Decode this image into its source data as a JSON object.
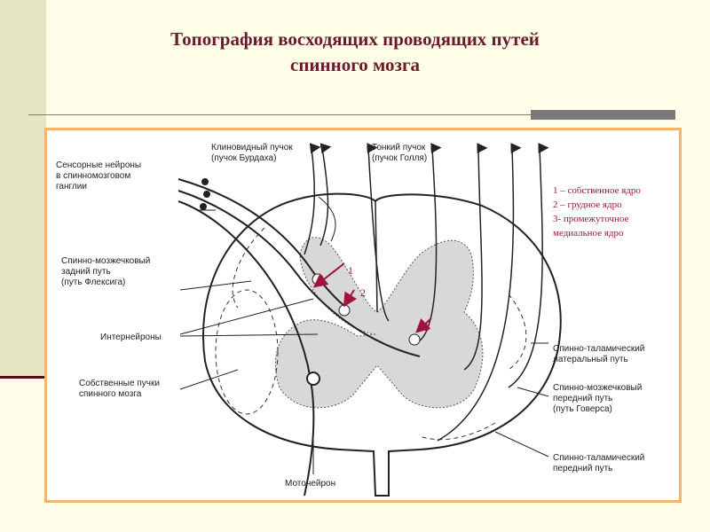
{
  "title": {
    "line1": "Топография восходящих проводящих путей",
    "line2": "спинного мозга"
  },
  "diagram_labels": {
    "sensory": [
      "Сенсорные нейроны",
      "в спинномозговом",
      "ганглии"
    ],
    "burdach": [
      "Клиновидный пучок",
      "(пучок Бурдаха)"
    ],
    "goll": [
      "Тонкий пучок",
      "(пучок Голля)"
    ],
    "flechsig": [
      "Спинно-мозжечковый",
      "задний путь",
      "(путь Флексига)"
    ],
    "interneurons": [
      "Интернейроны"
    ],
    "own_bundles": [
      "Собственные пучки",
      "спинного мозга"
    ],
    "motoneuron": [
      "Мотонейрон"
    ],
    "lateral_spinothalamic": [
      "Спинно-таламический",
      "латеральный путь"
    ],
    "gowers": [
      "Спинно-мозжечковый",
      "передний путь",
      "(путь Говерса)"
    ],
    "anterior_spinothalamic": [
      "Спинно-таламический",
      "передний путь"
    ]
  },
  "markers": [
    "1",
    "2",
    "3"
  ],
  "legend": [
    "1 – собственное ядро",
    "2 – грудное ядро",
    "3- промежуточное",
    "медиальное ядро"
  ],
  "colors": {
    "title": "#6b1a2b",
    "accent": "#a0143c",
    "frame": "#f5b46a",
    "background": "#fdfde8"
  }
}
